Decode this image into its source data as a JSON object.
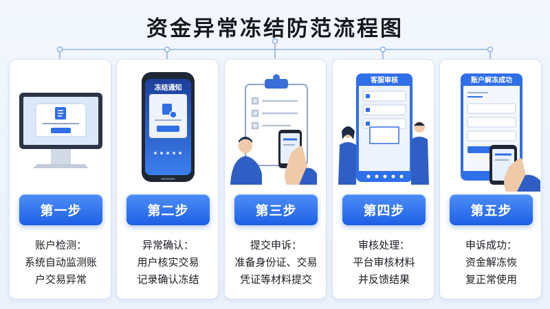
{
  "title": "资金异常冻结防范流程图",
  "colors": {
    "accent": "#1e60e6",
    "accent_light": "#4d8ef7",
    "line": "#8fb2e6"
  },
  "steps": [
    {
      "label": "第一步",
      "desc": [
        "账户检测：",
        "系统自动监测账",
        "户交易异常"
      ],
      "icon": "monitor-alert-icon"
    },
    {
      "label": "第二步",
      "desc": [
        "异常确认：",
        "用户核实交易",
        "记录确认冻结"
      ],
      "icon": "phone-freeze-icon",
      "screen_title": "冻结通知"
    },
    {
      "label": "第三步",
      "desc": [
        "提交申诉：",
        "准备身份证、交易",
        "凭证等材料提交"
      ],
      "icon": "clipboard-submit-icon"
    },
    {
      "label": "第四步",
      "desc": [
        "审核处理：",
        "平台审核材料",
        "并反馈结果"
      ],
      "icon": "review-screen-icon",
      "screen_title": "客服审核"
    },
    {
      "label": "第五步",
      "desc": [
        "申诉成功：",
        "资金解冻恢",
        "复正常使用"
      ],
      "icon": "unlock-success-icon",
      "screen_title": "账户解冻成功"
    }
  ]
}
